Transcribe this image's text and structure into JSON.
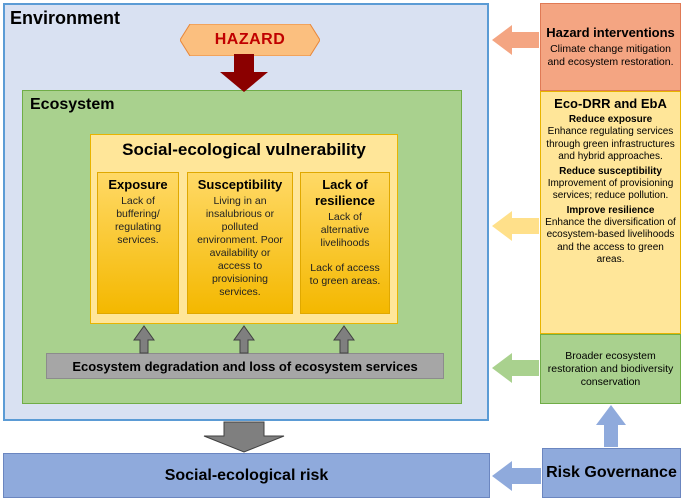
{
  "environment": {
    "title": "Environment"
  },
  "hazard": {
    "label": "HAZARD"
  },
  "ecosystem": {
    "title": "Ecosystem"
  },
  "vulnerability": {
    "title": "Social-ecological vulnerability",
    "boxes": [
      {
        "heading": "Exposure",
        "body": "Lack of buffering/ regulating services."
      },
      {
        "heading": "Susceptibility",
        "body": "Living in an insalubrious or polluted environment. Poor availability or access to provisioning services."
      },
      {
        "heading": "Lack of resilience",
        "body": "Lack of alternative livelihoods",
        "body2": "Lack of access to green areas."
      }
    ]
  },
  "degradation": {
    "label": "Ecosystem degradation and loss of ecosystem services"
  },
  "risk": {
    "label": "Social-ecological risk"
  },
  "hazard_interventions": {
    "heading": "Hazard interventions",
    "body": "Climate change mitigation and ecosystem restoration."
  },
  "eco_drr": {
    "heading": "Eco-DRR and EbA",
    "items": [
      {
        "subheading": "Reduce exposure",
        "body": "Enhance regulating services through green infrastructures and hybrid approaches."
      },
      {
        "subheading": "Reduce susceptibility",
        "body": "Improvement of provisioning services; reduce pollution."
      },
      {
        "subheading": "Improve resilience",
        "body": "Enhance the diversification of ecosystem-based livelihoods and the access to green areas."
      }
    ]
  },
  "broader": {
    "body": "Broader ecosystem restoration and biodiversity conservation"
  },
  "governance": {
    "label": "Risk Governance"
  },
  "colors": {
    "environment": "#d9e1f2",
    "ecosystem": "#a9d18e",
    "vulnerability": "#ffe699",
    "hazard_fill": "#fbbf7f",
    "hazard_text": "#c00000",
    "hazard_arrow": "#8b0000",
    "hazard_interventions": "#f4a582",
    "risk": "#8faadc",
    "degradation": "#a6a6a6"
  }
}
